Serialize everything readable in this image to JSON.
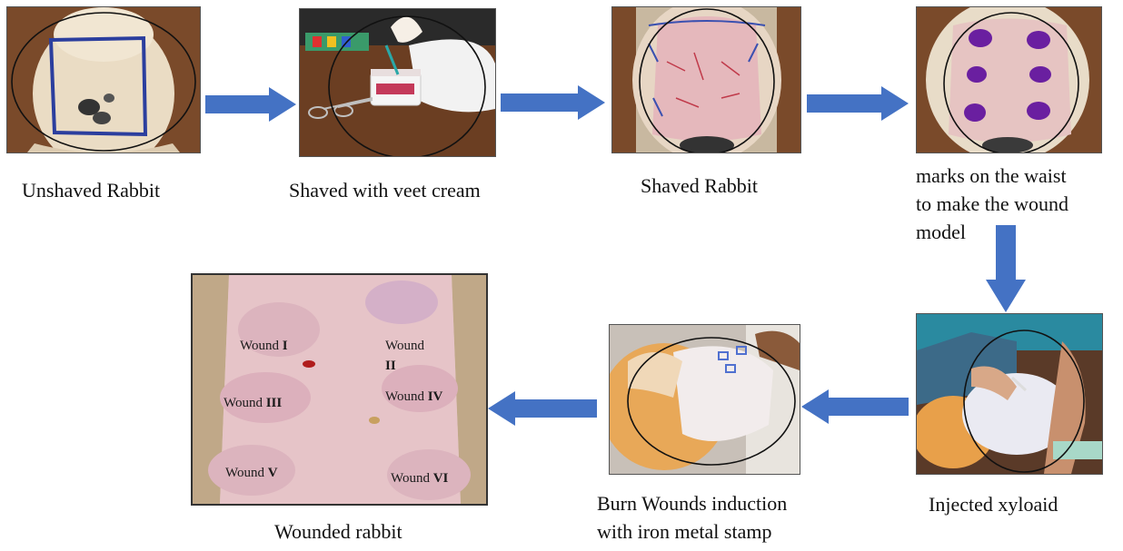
{
  "steps": {
    "s1": {
      "caption": "Unshaved Rabbit"
    },
    "s2": {
      "caption": "Shaved with  veet cream"
    },
    "s3": {
      "caption": "Shaved Rabbit"
    },
    "s4": {
      "caption_lines": [
        "marks on the waist",
        "to make the wound",
        "model"
      ]
    },
    "s5": {
      "caption": "Injected  xyloaid"
    },
    "s6": {
      "caption_lines": [
        "Burn Wounds induction",
        "with iron metal stamp"
      ]
    },
    "s7": {
      "caption": "Wounded rabbit",
      "wounds": [
        {
          "word": "Wound",
          "numeral": "I"
        },
        {
          "word": "Wound",
          "numeral": "II"
        },
        {
          "word": "Wound",
          "numeral": "III"
        },
        {
          "word": "Wound",
          "numeral": "IV"
        },
        {
          "word": "Wound",
          "numeral": "V"
        },
        {
          "word": "Wound",
          "numeral": "VI"
        }
      ]
    }
  },
  "colors": {
    "arrow": "#4472c4",
    "marker_blue": "#2b3e9e",
    "marker_purple": "#6a1fa0",
    "fur": "#e8d8c0",
    "skin": "#e8c6c8",
    "wood": "#7a4a2a"
  }
}
